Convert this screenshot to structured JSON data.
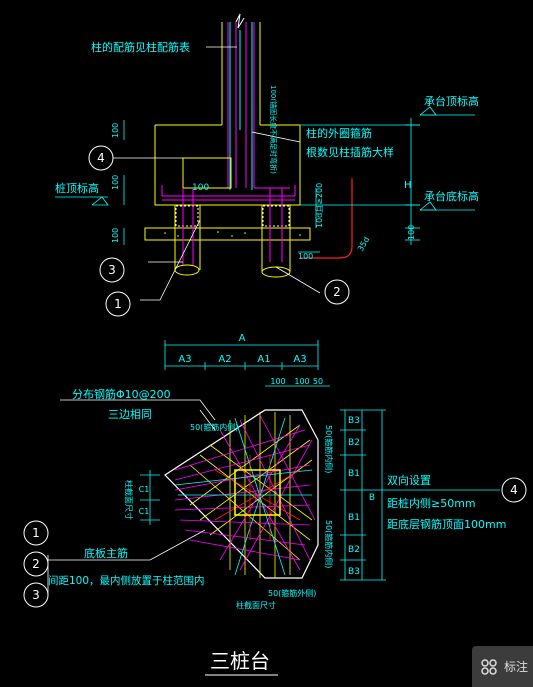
{
  "colors": {
    "background": "#000000",
    "text": "#00ffff",
    "concrete": "#ffff00",
    "rebar": "#ff00ff",
    "callout": "#ffffff",
    "bend": "#ff2020"
  },
  "elevation": {
    "label_column_rebar": "柱的配筋见柱配筋表",
    "label_vertical_note": "100(锚固长度不满足时弯折)",
    "label_outer_stirrup_1": "柱的外圈箍筋",
    "label_outer_stirrup_2": "根数见柱插筋大样",
    "label_cap_top": "承台顶标高",
    "label_cap_bottom": "承台底标高",
    "label_pile_top": "桩顶标高",
    "dim_100_top": "100",
    "dim_100_left": "100",
    "dim_100_bottom": "100",
    "dim_100_inner": "100",
    "dim_100_right": "100",
    "dim_100_pile": "100",
    "dim_H": "H",
    "dim_10d": "10d且≥200",
    "dim_35d": "35d",
    "callout_1": "1",
    "callout_2": "2",
    "callout_3": "3",
    "callout_4": "4"
  },
  "plan": {
    "dim_A": "A",
    "dim_A3_left": "A3",
    "dim_A2": "A2",
    "dim_A1": "A1",
    "dim_A3_right": "A3",
    "dim_100a": "100",
    "dim_100b": "100",
    "dim_50": "50",
    "label_dist_bars": "分布钢筋Φ10@200",
    "label_three_sides": "三边相同",
    "label_50_top": "50(箍筋内侧)",
    "label_50_right_top": "50(箍筋内侧)",
    "label_50_right_bottom": "50(箍筋内侧)",
    "label_50_bottom": "50(箍筋外侧)",
    "label_C1_top": "C1",
    "label_C1_bottom": "C1",
    "label_col_size_left": "柱截面尺寸",
    "label_col_size_bottom": "柱截面尺寸",
    "label_B": "B",
    "label_B3_top": "B3",
    "label_B2_top": "B2",
    "label_B1_top": "B1",
    "label_B1_bottom": "B1",
    "label_B2_bottom": "B2",
    "label_B3_bottom": "B3",
    "label_two_way": "双向设置",
    "label_pile_inner": "距桩内侧≥50mm",
    "label_bottom_bar": "距底层钢筋顶面100mm",
    "label_main_bars": "底板主筋",
    "label_spacing": "间距100，最内侧放置于柱范围内",
    "callout_1": "1",
    "callout_2": "2",
    "callout_3": "3",
    "callout_4": "4"
  },
  "title": "三桩台",
  "ui": {
    "snap_icon": "grid-icon",
    "snap_label": "标注"
  }
}
